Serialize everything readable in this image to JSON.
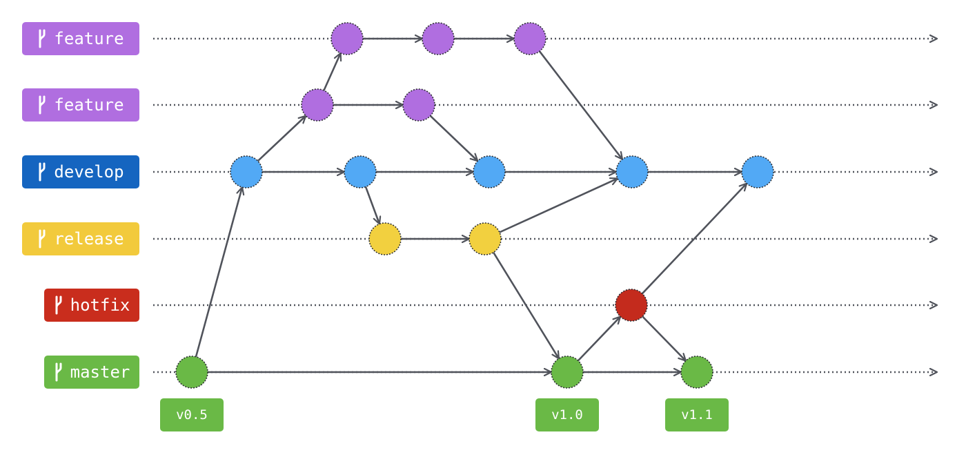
{
  "branches": [
    {
      "id": "feature_a",
      "label": "feature",
      "color": "#b06ee0",
      "icon": "git-branch-icon"
    },
    {
      "id": "feature_b",
      "label": "feature",
      "color": "#b06ee0",
      "icon": "git-branch-icon"
    },
    {
      "id": "develop",
      "label": "develop",
      "color": "#1565c0",
      "icon": "git-branch-icon"
    },
    {
      "id": "release",
      "label": "release",
      "color": "#f2ca3c",
      "icon": "git-branch-icon"
    },
    {
      "id": "hotfix",
      "label": "hotfix",
      "color": "#c92d1d",
      "icon": "git-branch-icon"
    },
    {
      "id": "master",
      "label": "master",
      "color": "#6ab946",
      "icon": "git-branch-icon"
    }
  ],
  "commit_colors": {
    "feature_a": "#b06ee0",
    "feature_b": "#b06ee0",
    "develop": "#52a9f5",
    "release": "#f2d03f",
    "hotfix": "#c42b1d",
    "master": "#6ab946"
  },
  "edge_color": "#50535b",
  "commits": [
    {
      "id": "m1",
      "branch": "master"
    },
    {
      "id": "d1",
      "branch": "develop"
    },
    {
      "id": "fb1",
      "branch": "feature_b"
    },
    {
      "id": "fa1",
      "branch": "feature_a"
    },
    {
      "id": "fa2",
      "branch": "feature_a"
    },
    {
      "id": "fa3",
      "branch": "feature_a"
    },
    {
      "id": "fb2",
      "branch": "feature_b"
    },
    {
      "id": "d2",
      "branch": "develop"
    },
    {
      "id": "d3",
      "branch": "develop"
    },
    {
      "id": "d4",
      "branch": "develop"
    },
    {
      "id": "d5",
      "branch": "develop"
    },
    {
      "id": "r1",
      "branch": "release"
    },
    {
      "id": "r2",
      "branch": "release"
    },
    {
      "id": "h1",
      "branch": "hotfix"
    },
    {
      "id": "m2",
      "branch": "master"
    },
    {
      "id": "m3",
      "branch": "master"
    }
  ],
  "edges": [
    [
      "m1",
      "d1"
    ],
    [
      "m1",
      "m2"
    ],
    [
      "d1",
      "fb1"
    ],
    [
      "d1",
      "d2"
    ],
    [
      "fb1",
      "fa1"
    ],
    [
      "fb1",
      "fb2"
    ],
    [
      "fa1",
      "fa2"
    ],
    [
      "fa2",
      "fa3"
    ],
    [
      "fa3",
      "d4"
    ],
    [
      "fb2",
      "d3"
    ],
    [
      "d2",
      "r1"
    ],
    [
      "d2",
      "d3"
    ],
    [
      "d3",
      "d4"
    ],
    [
      "d4",
      "d5"
    ],
    [
      "r1",
      "r2"
    ],
    [
      "r2",
      "d4"
    ],
    [
      "r2",
      "m2"
    ],
    [
      "m2",
      "h1"
    ],
    [
      "m2",
      "m3"
    ],
    [
      "h1",
      "m3"
    ],
    [
      "h1",
      "d5"
    ]
  ],
  "tags": [
    {
      "label": "v0.5",
      "commit": "m1"
    },
    {
      "label": "v1.0",
      "commit": "m2"
    },
    {
      "label": "v1.1",
      "commit": "m3"
    }
  ]
}
